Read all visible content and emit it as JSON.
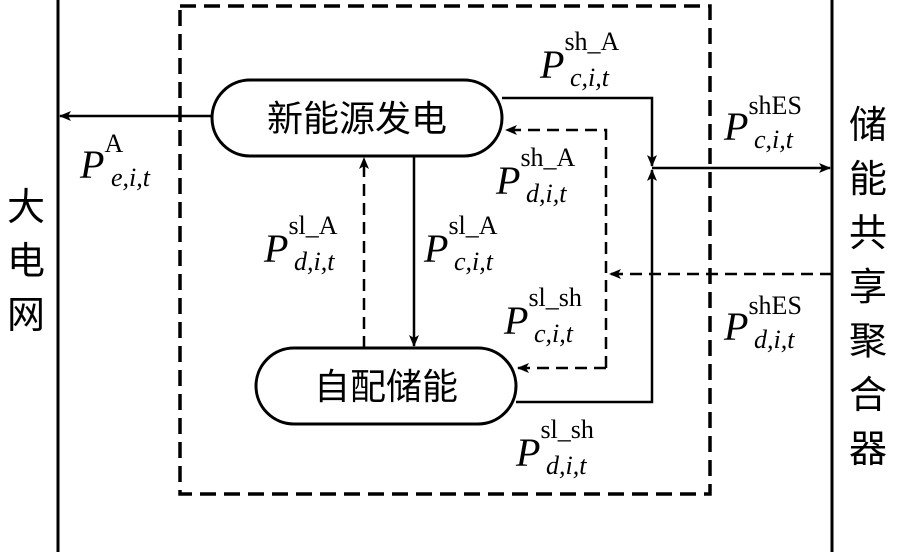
{
  "nodes": {
    "renewable_generation": "新能源发电",
    "self_storage": "自配储能"
  },
  "sides": {
    "grid": [
      "大",
      "电",
      "网"
    ],
    "aggregator": [
      "储",
      "能",
      "共",
      "享",
      "聚",
      "合",
      "器"
    ]
  },
  "flows": {
    "p_e_A": {
      "main": "P",
      "sup": "A",
      "sub": "e,i,t"
    },
    "p_c_shA": {
      "main": "P",
      "sup": "sh_A",
      "sub": "c,i,t"
    },
    "p_d_shA": {
      "main": "P",
      "sup": "sh_A",
      "sub": "d,i,t"
    },
    "p_d_slA": {
      "main": "P",
      "sup": "sl_A",
      "sub": "d,i,t"
    },
    "p_c_slA": {
      "main": "P",
      "sup": "sl_A",
      "sub": "c,i,t"
    },
    "p_c_slsh": {
      "main": "P",
      "sup": "sl_sh",
      "sub": "c,i,t"
    },
    "p_d_slsh": {
      "main": "P",
      "sup": "sl_sh",
      "sub": "d,i,t"
    },
    "p_c_shES": {
      "main": "P",
      "sup": "shES",
      "sub": "c,i,t"
    },
    "p_d_shES": {
      "main": "P",
      "sup": "shES",
      "sub": "d,i,t"
    }
  }
}
